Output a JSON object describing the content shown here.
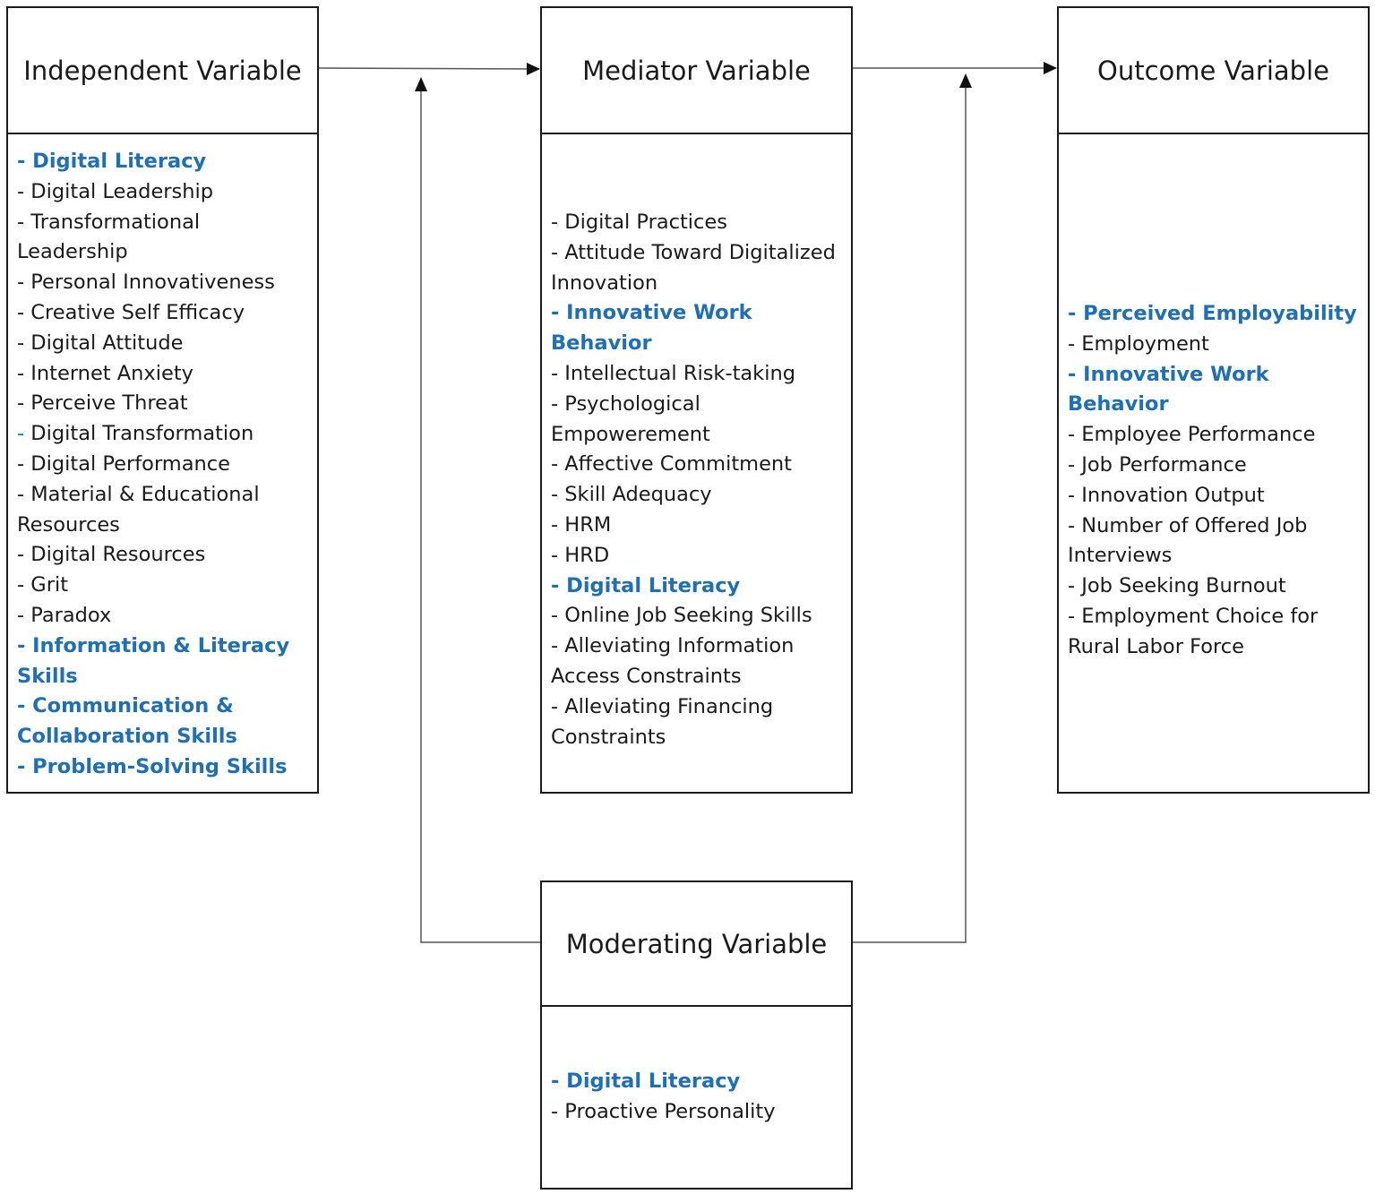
{
  "independent": {
    "title": "Independent Variable",
    "items": [
      {
        "text": "- Digital Literacy",
        "highlight": true
      },
      {
        "text": "- Digital Leadership",
        "highlight": false
      },
      {
        "text": "- Transformational Leadership",
        "highlight": false
      },
      {
        "text": "- Personal Innovativeness",
        "highlight": false
      },
      {
        "text": "- Creative Self Efficacy",
        "highlight": false
      },
      {
        "text": "- Digital Attitude",
        "highlight": false
      },
      {
        "text": "- Internet Anxiety",
        "highlight": false
      },
      {
        "text": "- Perceive Threat",
        "highlight": false
      },
      {
        "text": "- Digital Transformation",
        "highlight": false,
        "blue_dash": true
      },
      {
        "text": "- Digital Performance",
        "highlight": false
      },
      {
        "text": "- Material & Educational Resources",
        "highlight": false
      },
      {
        "text": "- Digital Resources",
        "highlight": false
      },
      {
        "text": "- Grit",
        "highlight": false
      },
      {
        "text": "- Paradox",
        "highlight": false
      },
      {
        "text": "- Information & Literacy Skills",
        "highlight": true
      },
      {
        "text": "- Communication & Collaboration Skills",
        "highlight": true
      },
      {
        "text": "- Problem-Solving Skills",
        "highlight": true
      }
    ]
  },
  "mediator": {
    "title": "Mediator Variable",
    "items": [
      {
        "text": "- Digital Practices",
        "highlight": false
      },
      {
        "text": "- Attitude Toward Digitalized Innovation",
        "highlight": false
      },
      {
        "text": "- Innovative Work Behavior",
        "highlight": true
      },
      {
        "text": "- Intellectual Risk-taking",
        "highlight": false
      },
      {
        "text": "- Psychological Empowerement",
        "highlight": false
      },
      {
        "text": "- Affective Commitment",
        "highlight": false
      },
      {
        "text": "- Skill Adequacy",
        "highlight": false
      },
      {
        "text": "- HRM",
        "highlight": false
      },
      {
        "text": "- HRD",
        "highlight": false
      },
      {
        "text": "- Digital Literacy",
        "highlight": true
      },
      {
        "text": "- Online Job Seeking Skills",
        "highlight": false
      },
      {
        "text": "- Alleviating Information Access Constraints",
        "highlight": false
      },
      {
        "text": "- Alleviating Financing Constraints",
        "highlight": false
      }
    ]
  },
  "outcome": {
    "title": "Outcome Variable",
    "items": [
      {
        "text": "- Perceived Employability",
        "highlight": true
      },
      {
        "text": "- Employment",
        "highlight": false
      },
      {
        "text": "- Innovative Work Behavior",
        "highlight": true
      },
      {
        "text": "- Employee Performance",
        "highlight": false
      },
      {
        "text": "- Job Performance",
        "highlight": false
      },
      {
        "text": "- Innovation Output",
        "highlight": false
      },
      {
        "text": "- Number of Offered Job Interviews",
        "highlight": false
      },
      {
        "text": "- Job Seeking Burnout",
        "highlight": false
      },
      {
        "text": "- Employment Choice for Rural Labor Force",
        "highlight": false
      }
    ]
  },
  "moderating": {
    "title": "Moderating Variable",
    "items": [
      {
        "text": "- Digital Literacy",
        "highlight": true
      },
      {
        "text": "- Proactive Personality",
        "highlight": false
      }
    ]
  },
  "colors": {
    "highlight": "#1f6fb5",
    "text": "#1a1a1a",
    "line": "#1a1a1a",
    "connector": "#555555"
  }
}
